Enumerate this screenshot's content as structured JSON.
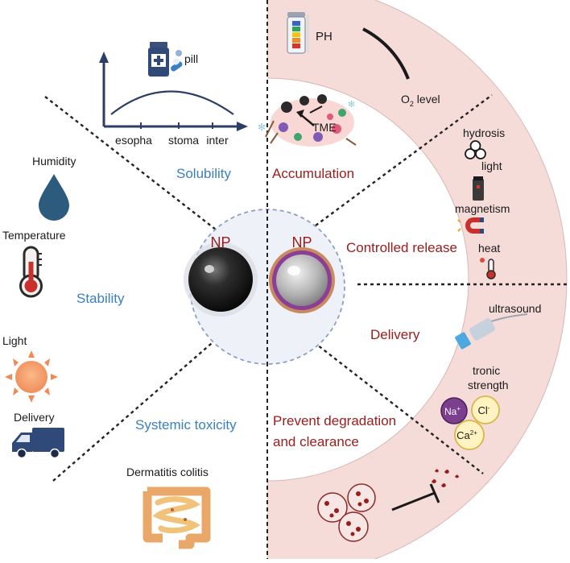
{
  "left": {
    "chart": {
      "pill_label": "pill",
      "x_ticks": [
        "esopha",
        "stoma",
        "inter"
      ]
    },
    "labels": {
      "solubility": "Solubility",
      "stability": "Stability",
      "systemic_toxicity": "Systemic toxicity",
      "humidity": "Humidity",
      "temperature": "Temperature",
      "light": "Light",
      "delivery": "Delivery",
      "dermatitis": "Dermatitis colitis"
    },
    "np_label": "NP"
  },
  "right": {
    "np_label": "NP",
    "ph_label": "PH",
    "o2_label": "O",
    "o2_sub": "2",
    "o2_rest": " level",
    "tme_label": "TME",
    "sections": {
      "accumulation": "Accumulation",
      "controlled_release": "Controlled release",
      "delivery": "Delivery",
      "prevent_line1": "Prevent degradation",
      "prevent_line2": "and clearance"
    },
    "stimuli": {
      "hydrosis": "hydrosis",
      "light": "light",
      "magnetism": "magnetism",
      "heat": "heat",
      "ultrasound": "ultrasound",
      "ionic_line1": "tronic",
      "ionic_line2": "strength"
    },
    "ions": {
      "na": "Na",
      "na_sup": "+",
      "cl": "Cl",
      "cl_sup": "-",
      "ca": "Ca",
      "ca_sup": "2+"
    }
  },
  "colors": {
    "ring_fill": "#f6dcd8",
    "center_fill": "#eef1f8",
    "blue_text": "#3a7fc1",
    "red_text": "#9b1c1c",
    "axis": "#2c3e66"
  }
}
